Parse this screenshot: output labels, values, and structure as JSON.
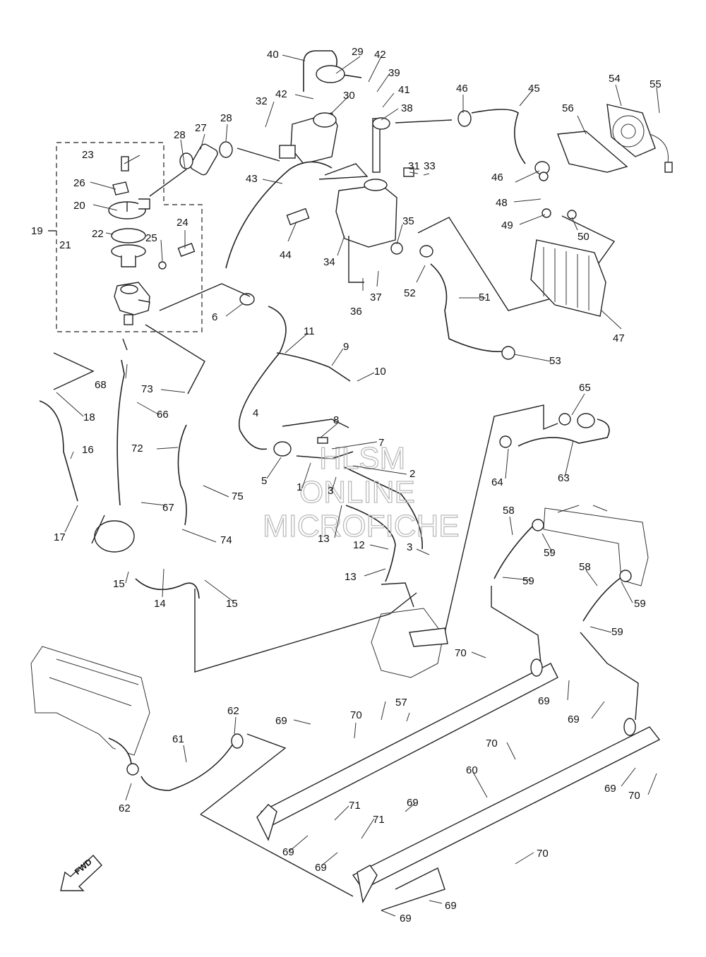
{
  "watermark": {
    "line1": "HLSM",
    "line2": "ONLINE",
    "line3": "MICROFICHE"
  },
  "fwd_label": "FWD",
  "callouts": [
    {
      "id": "c1",
      "text": "1"
    },
    {
      "id": "c2",
      "text": "2"
    },
    {
      "id": "c3",
      "text": "3"
    },
    {
      "id": "c3b",
      "text": "3"
    },
    {
      "id": "c4",
      "text": "4"
    },
    {
      "id": "c5",
      "text": "5"
    },
    {
      "id": "c6",
      "text": "6"
    },
    {
      "id": "c7",
      "text": "7"
    },
    {
      "id": "c8",
      "text": "8"
    },
    {
      "id": "c9",
      "text": "9"
    },
    {
      "id": "c10",
      "text": "10"
    },
    {
      "id": "c11",
      "text": "11"
    },
    {
      "id": "c12",
      "text": "12"
    },
    {
      "id": "c13",
      "text": "13"
    },
    {
      "id": "c13b",
      "text": "13"
    },
    {
      "id": "c14",
      "text": "14"
    },
    {
      "id": "c15",
      "text": "15"
    },
    {
      "id": "c15b",
      "text": "15"
    },
    {
      "id": "c16",
      "text": "16"
    },
    {
      "id": "c17",
      "text": "17"
    },
    {
      "id": "c18",
      "text": "18"
    },
    {
      "id": "c19",
      "text": "19"
    },
    {
      "id": "c20",
      "text": "20"
    },
    {
      "id": "c21",
      "text": "21"
    },
    {
      "id": "c22",
      "text": "22"
    },
    {
      "id": "c23",
      "text": "23"
    },
    {
      "id": "c24",
      "text": "24"
    },
    {
      "id": "c25",
      "text": "25"
    },
    {
      "id": "c26",
      "text": "26"
    },
    {
      "id": "c27",
      "text": "27"
    },
    {
      "id": "c28",
      "text": "28"
    },
    {
      "id": "c28b",
      "text": "28"
    },
    {
      "id": "c29",
      "text": "29"
    },
    {
      "id": "c30",
      "text": "30"
    },
    {
      "id": "c31",
      "text": "31"
    },
    {
      "id": "c32",
      "text": "32"
    },
    {
      "id": "c33",
      "text": "33"
    },
    {
      "id": "c34",
      "text": "34"
    },
    {
      "id": "c35",
      "text": "35"
    },
    {
      "id": "c36",
      "text": "36"
    },
    {
      "id": "c37",
      "text": "37"
    },
    {
      "id": "c38",
      "text": "38"
    },
    {
      "id": "c39",
      "text": "39"
    },
    {
      "id": "c40",
      "text": "40"
    },
    {
      "id": "c41",
      "text": "41"
    },
    {
      "id": "c42",
      "text": "42"
    },
    {
      "id": "c42b",
      "text": "42"
    },
    {
      "id": "c43",
      "text": "43"
    },
    {
      "id": "c44",
      "text": "44"
    },
    {
      "id": "c45",
      "text": "45"
    },
    {
      "id": "c46",
      "text": "46"
    },
    {
      "id": "c46b",
      "text": "46"
    },
    {
      "id": "c47",
      "text": "47"
    },
    {
      "id": "c48",
      "text": "48"
    },
    {
      "id": "c49",
      "text": "49"
    },
    {
      "id": "c50",
      "text": "50"
    },
    {
      "id": "c51",
      "text": "51"
    },
    {
      "id": "c52",
      "text": "52"
    },
    {
      "id": "c53",
      "text": "53"
    },
    {
      "id": "c54",
      "text": "54"
    },
    {
      "id": "c55",
      "text": "55"
    },
    {
      "id": "c56",
      "text": "56"
    },
    {
      "id": "c57",
      "text": "57"
    },
    {
      "id": "c58",
      "text": "58"
    },
    {
      "id": "c58b",
      "text": "58"
    },
    {
      "id": "c59",
      "text": "59"
    },
    {
      "id": "c59b",
      "text": "59"
    },
    {
      "id": "c59c",
      "text": "59"
    },
    {
      "id": "c59d",
      "text": "59"
    },
    {
      "id": "c60",
      "text": "60"
    },
    {
      "id": "c61",
      "text": "61"
    },
    {
      "id": "c62",
      "text": "62"
    },
    {
      "id": "c62b",
      "text": "62"
    },
    {
      "id": "c63",
      "text": "63"
    },
    {
      "id": "c64",
      "text": "64"
    },
    {
      "id": "c65",
      "text": "65"
    },
    {
      "id": "c66",
      "text": "66"
    },
    {
      "id": "c67",
      "text": "67"
    },
    {
      "id": "c68",
      "text": "68"
    },
    {
      "id": "c69a",
      "text": "69"
    },
    {
      "id": "c69b",
      "text": "69"
    },
    {
      "id": "c69c",
      "text": "69"
    },
    {
      "id": "c69d",
      "text": "69"
    },
    {
      "id": "c69e",
      "text": "69"
    },
    {
      "id": "c69f",
      "text": "69"
    },
    {
      "id": "c69g",
      "text": "69"
    },
    {
      "id": "c69h",
      "text": "69"
    },
    {
      "id": "c69i",
      "text": "69"
    },
    {
      "id": "c70a",
      "text": "70"
    },
    {
      "id": "c70b",
      "text": "70"
    },
    {
      "id": "c70c",
      "text": "70"
    },
    {
      "id": "c70d",
      "text": "70"
    },
    {
      "id": "c70e",
      "text": "70"
    },
    {
      "id": "c71",
      "text": "71"
    },
    {
      "id": "c71b",
      "text": "71"
    },
    {
      "id": "c72",
      "text": "72"
    },
    {
      "id": "c73",
      "text": "73"
    },
    {
      "id": "c74",
      "text": "74"
    },
    {
      "id": "c75",
      "text": "75"
    }
  ]
}
